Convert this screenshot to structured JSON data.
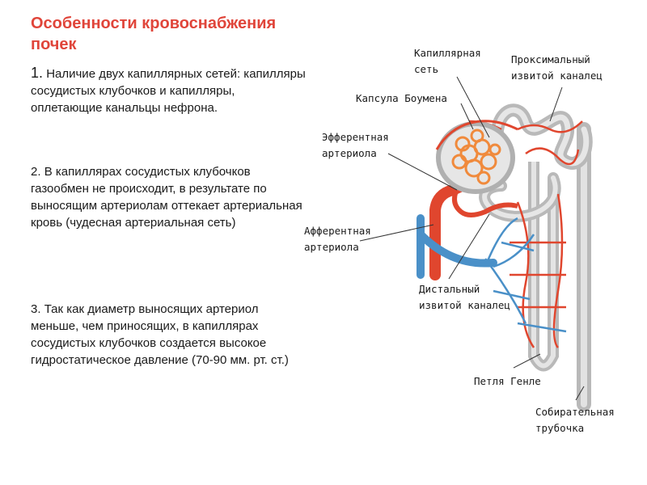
{
  "title": "Особенности кровоснабжения почек",
  "points": [
    {
      "num": "1.",
      "text": "Наличие двух капиллярных сетей: капилляры сосудистых клубочков и капилляры, оплетающие канальцы нефрона."
    },
    {
      "num": "2.",
      "text": "В капиллярах сосудистых клубочков газообмен не происходит, в результате по выносящим артериолам оттекает артериальная кровь (чудесная артериальная сеть)"
    },
    {
      "num": "3.",
      "text": "Так как диаметр выносящих артериол меньше, чем приносящих, в капиллярах сосудистых клубочков создается высокое гидростатическое давление (70-90 мм. рт. ст.)"
    }
  ],
  "labels": {
    "capillary_net_1": "Капиллярная",
    "capillary_net_2": "сеть",
    "proximal_1": "Проксимальный",
    "proximal_2": "извитой каналец",
    "bowman": "Капсула Боумена",
    "efferent_1": "Эфферентная",
    "efferent_2": "артериола",
    "afferent_1": "Афферентная",
    "afferent_2": "артериола",
    "distal_1": "Дистальный",
    "distal_2": "извитой каналец",
    "henle": "Петля Генле",
    "collecting_1": "Собирательная",
    "collecting_2": "трубочка"
  },
  "colors": {
    "title": "#e0453a",
    "artery": "#e0462e",
    "vein": "#4a90c8",
    "tubule": "#c8c8c8",
    "glomerulus": "#f08a3c"
  }
}
